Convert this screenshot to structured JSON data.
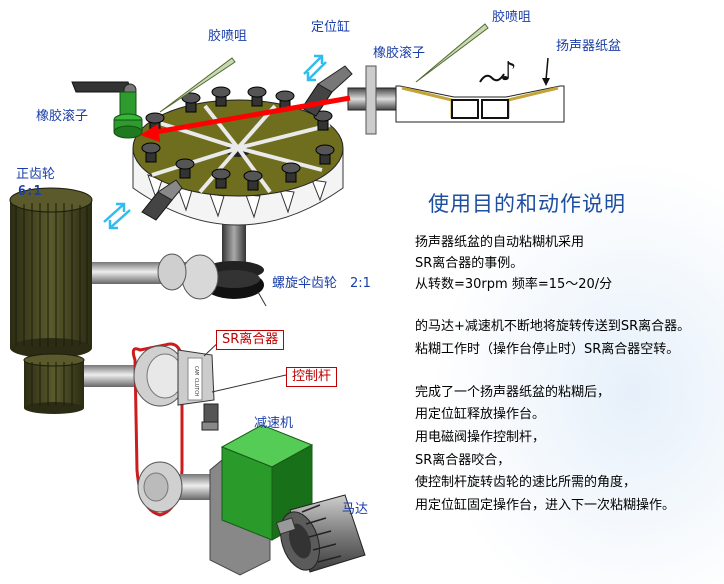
{
  "labels": {
    "glue_nozzle_left": "胶喷咀",
    "glue_nozzle_right": "胶喷咀",
    "positioning_cylinder": "定位缸",
    "rubber_roller_right": "橡胶滚子",
    "rubber_roller_left": "橡胶滚子",
    "speaker_cone": "扬声器纸盆",
    "spur_gear": "正齿轮",
    "spur_gear_ratio": "6:1",
    "spiral_bevel_gear": "螺旋伞齿轮　2:1",
    "sr_clutch": "SR离合器",
    "control_lever": "控制杆",
    "reducer": "减速机",
    "motor": "马达",
    "clutch_marking": "CAM CLUTCH"
  },
  "description": {
    "title": "使用目的和动作说明",
    "lines": [
      "扬声器纸盆的自动粘糊机采用",
      "SR离合器的事例。",
      "从转数=30rpm 频率=15～20/分",
      "",
      "的马达+减速机不断地将旋转传送到SR离合器。",
      "粘糊工作时（操作台停止时）SR离合器空转。",
      "",
      "完成了一个扬声器纸盆的粘糊后，",
      "用定位缸释放操作台。",
      "用电磁阀操作控制杆，",
      "SR离合器咬合，",
      "使控制杆旋转齿轮的速比所需的角度，",
      "用定位缸固定操作台，进入下一次粘糊操作。"
    ]
  },
  "colors": {
    "arrow": "#ff0000",
    "motion_arrow": "#33bbee",
    "label_blue": "#1a3ea8",
    "title_blue": "#1e4fa0",
    "box_red": "#c00000",
    "table_top": "#6b6b1a",
    "gear_green": "#4a4a22",
    "reducer_green": "#22aa33"
  }
}
